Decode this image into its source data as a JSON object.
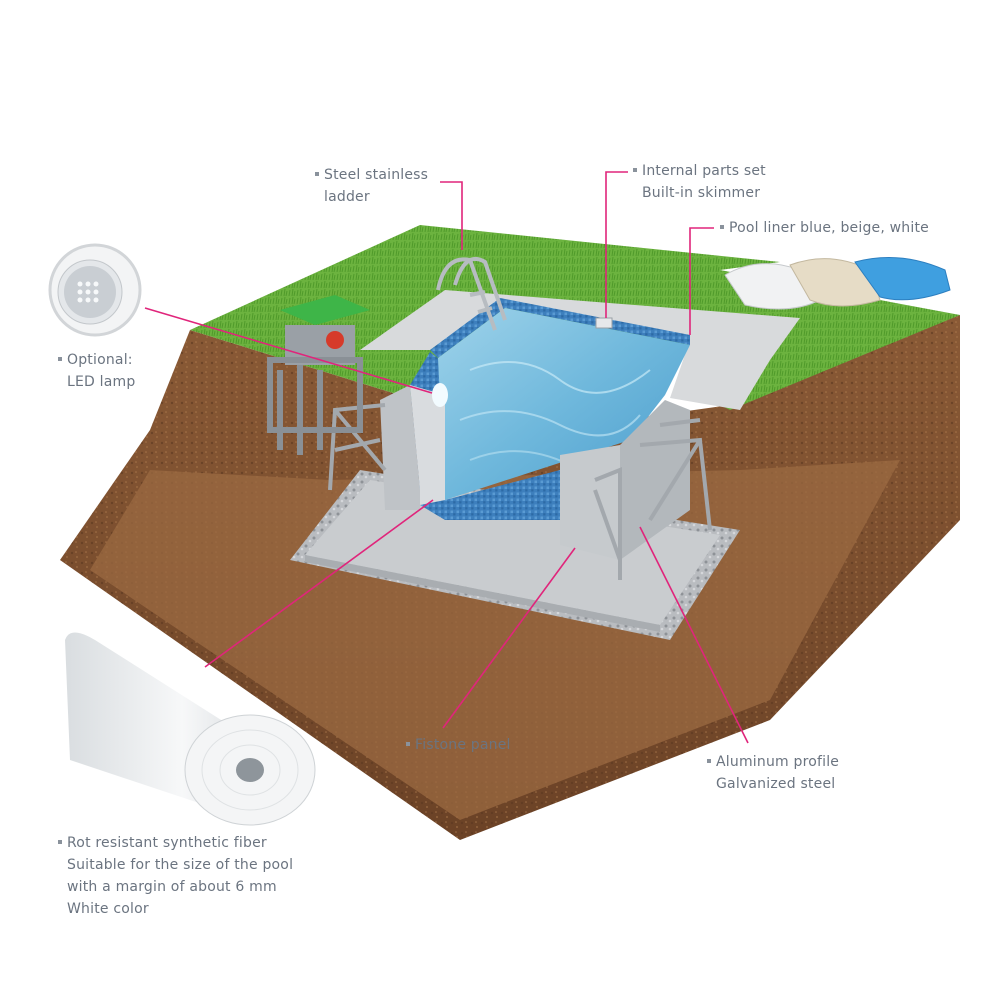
{
  "accent_color": "#e0257b",
  "callouts": {
    "ladder": {
      "lines": [
        "Steel stainless",
        "ladder"
      ]
    },
    "internal_parts": {
      "lines": [
        "Internal parts set",
        "Built-in skimmer"
      ]
    },
    "pool_liner": {
      "lines": [
        "Pool liner blue, beige, white"
      ]
    },
    "led_lamp": {
      "lines": [
        "Optional:",
        "LED lamp"
      ]
    },
    "fistone_panel": {
      "lines": [
        "Fistone panel"
      ]
    },
    "aluminum_profile": {
      "lines": [
        "Aluminum profile",
        "Galvanized steel"
      ]
    },
    "fiber": {
      "lines": [
        "Rot resistant synthetic fiber",
        "Suitable for the size of the pool",
        "with a margin of about 6 mm",
        "White color"
      ]
    }
  }
}
